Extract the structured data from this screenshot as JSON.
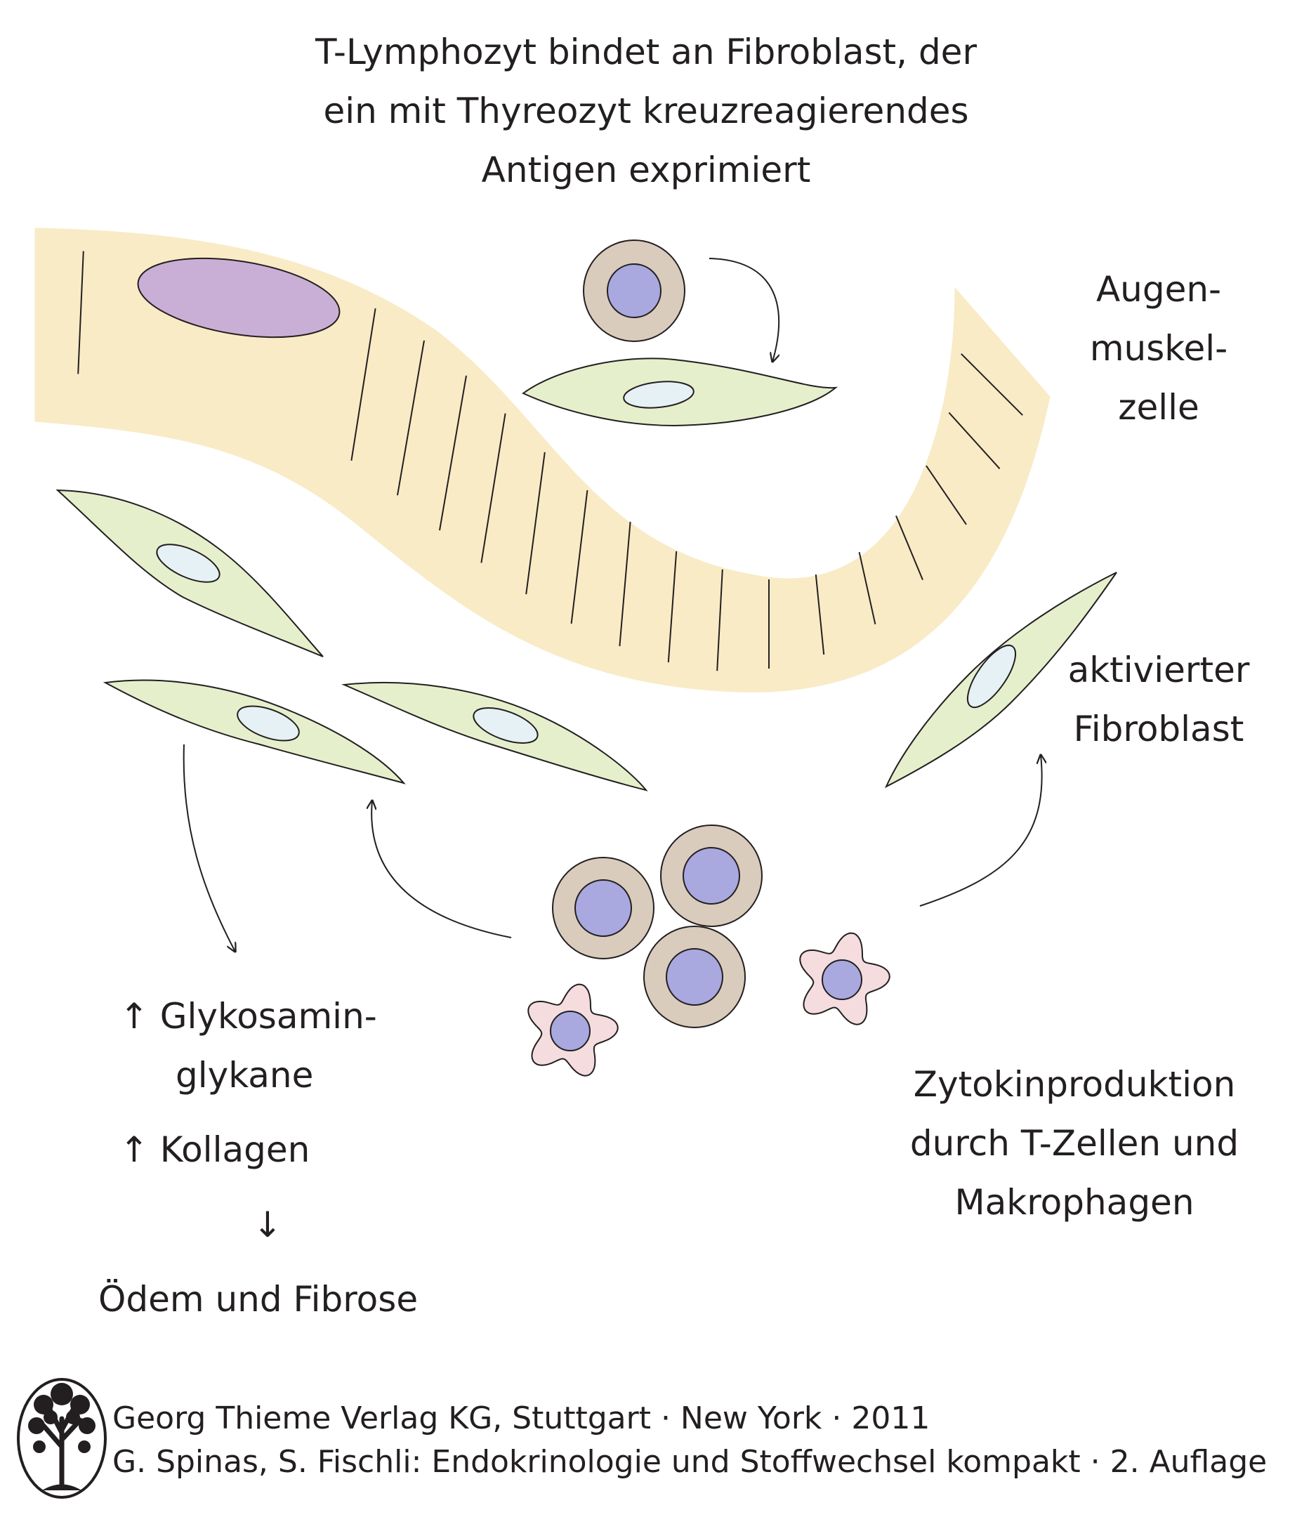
{
  "title_lines": [
    "T-Lymphozyt bindet an Fibroblast, der",
    "ein mit Thyreozyt kreuzreagierendes",
    "Antigen exprimiert"
  ],
  "label_muscle": [
    "Augen-",
    "muskel-",
    "zelle"
  ],
  "label_activated": [
    "aktivierter",
    "Fibroblast"
  ],
  "label_cytokine": [
    "Zytokinproduktion",
    "durch T-Zellen und",
    "Makrophagen"
  ],
  "label_gag": [
    "↑ Glykosamin-",
    "glykane"
  ],
  "label_collagen": "↑ Kollagen",
  "label_result_arrow": "↓",
  "label_result": "Ödem und Fibrose",
  "credit_lines": [
    "Georg Thieme Verlag KG, Stuttgart · New York · 2011",
    "G. Spinas, S. Fischli: Endokrinologie und Stoffwechsel kompakt · 2. Auflage"
  ],
  "colors": {
    "muscle": "#f8ebc6",
    "muscle_nucleus": "#c9afd6",
    "fibroblast": "#e6efcc",
    "fibroblast_nucleus": "#e6f1f5",
    "lymphocyte": "#d9ccbd",
    "lymphocyte_nucleus": "#a9a8df",
    "macrophage": "#f4dcdf",
    "stroke": "#231f20"
  }
}
